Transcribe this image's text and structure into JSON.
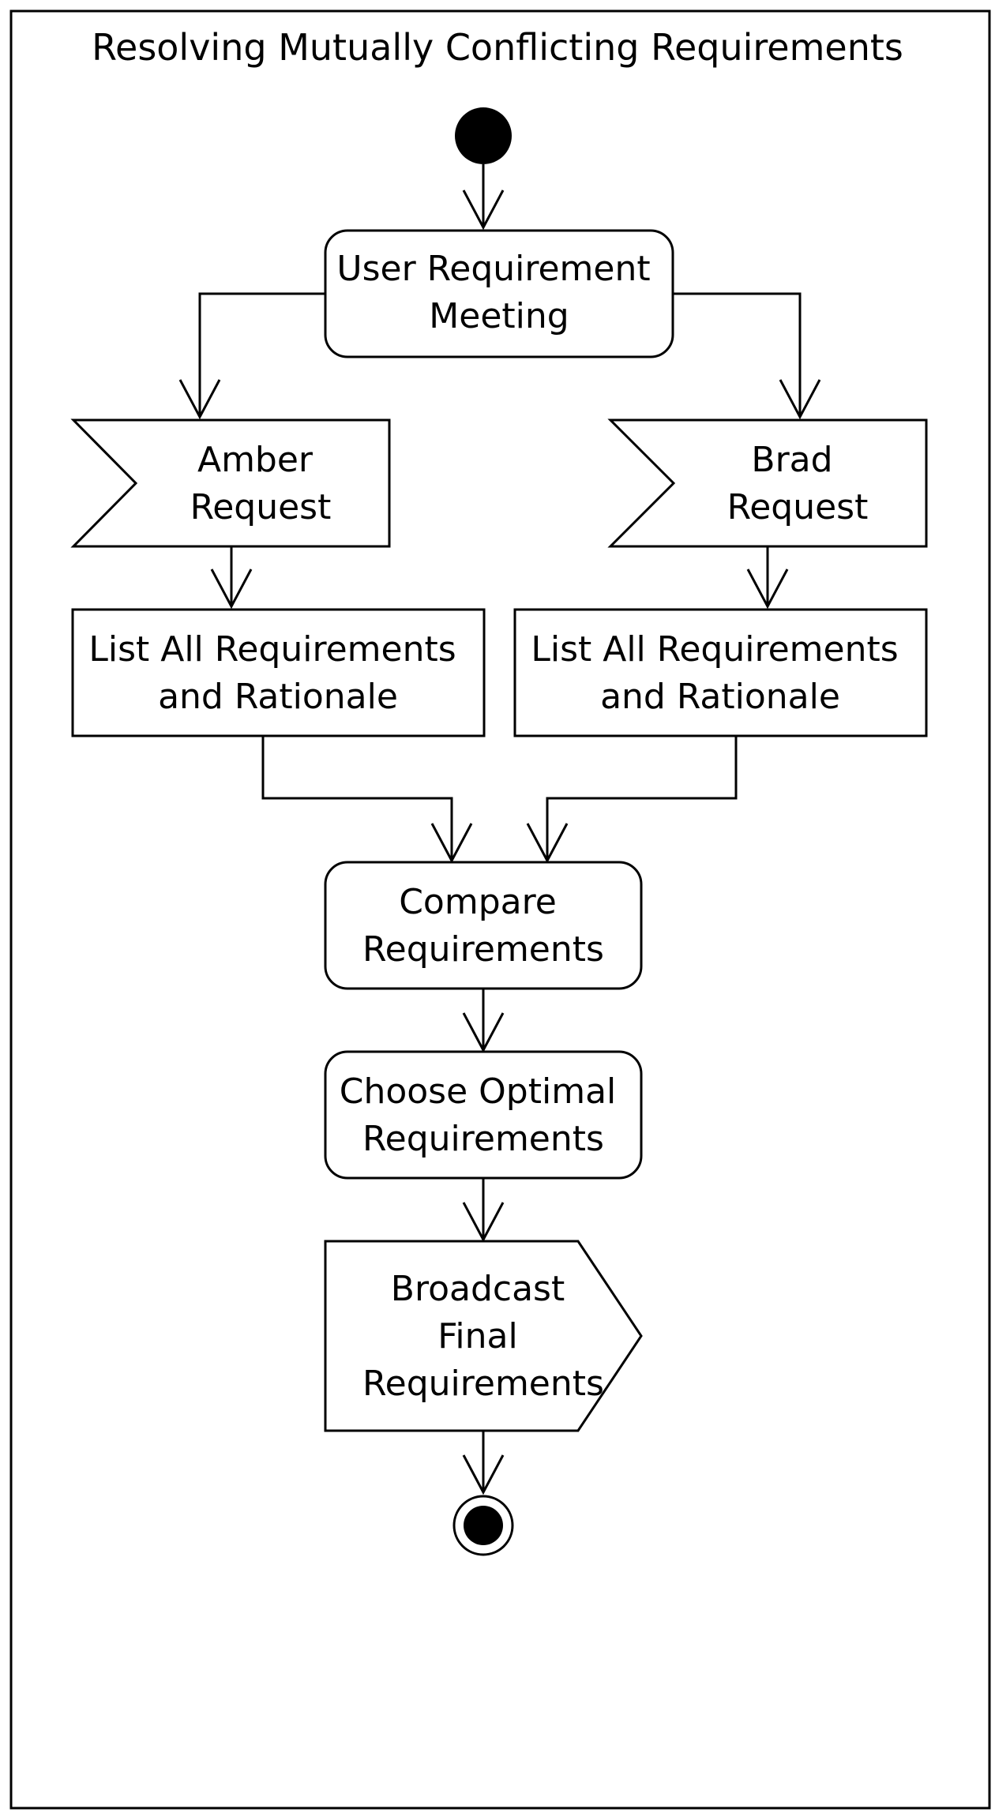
{
  "diagram": {
    "title": "Resolving Mutually Conflicting Requirements",
    "nodes": {
      "user_meeting": [
        "User Requirement",
        "Meeting"
      ],
      "amber_request": [
        "Amber",
        "Request"
      ],
      "brad_request": [
        "Brad",
        "Request"
      ],
      "list_left": [
        "List All Requirements",
        "and Rationale"
      ],
      "list_right": [
        "List All Requirements",
        "and Rationale"
      ],
      "compare": [
        "Compare",
        "Requirements"
      ],
      "choose": [
        "Choose Optimal",
        "Requirements"
      ],
      "broadcast": [
        "Broadcast",
        "Final",
        "Requirements"
      ]
    },
    "colors": {
      "stroke": "#000000",
      "fill": "#ffffff"
    }
  }
}
